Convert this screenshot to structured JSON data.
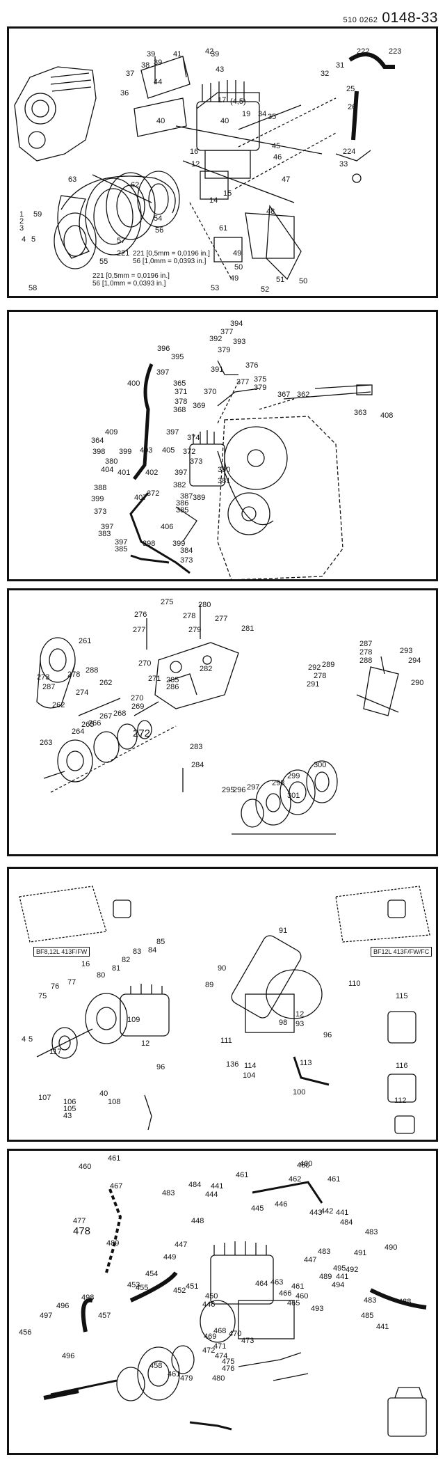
{
  "header": {
    "code_prefix": "510 0262",
    "code_main": "0148-33"
  },
  "panels": [
    {
      "labels": [
        "17",
        "(4,5)",
        "1",
        "2",
        "3",
        "4",
        "5",
        "12",
        "14",
        "15",
        "16",
        "19",
        "25",
        "26",
        "31",
        "32",
        "33",
        "34",
        "35",
        "36",
        "37",
        "38",
        "39",
        "39",
        "39",
        "40",
        "40",
        "41",
        "42",
        "43",
        "44",
        "45",
        "46",
        "47",
        "48",
        "49",
        "49",
        "50",
        "50",
        "51",
        "52",
        "53",
        "54",
        "55",
        "56",
        "57",
        "58",
        "59",
        "61",
        "62",
        "63",
        "221",
        "222",
        "223",
        "224"
      ],
      "notes": {
        "a": [
          "221 [0,5mm = 0,0196 in.]",
          "56 [1,0mm = 0,0393 in.]"
        ],
        "b": [
          "221 [0,5mm = 0,0196 in.]",
          "56 [1,0mm = 0,0393 in.]"
        ]
      }
    },
    {
      "labels": [
        "394",
        "377",
        "396",
        "392",
        "393",
        "395",
        "379",
        "397",
        "391",
        "376",
        "400",
        "365",
        "371",
        "370",
        "375",
        "377",
        "379",
        "378",
        "369",
        "368",
        "367",
        "362",
        "363",
        "408",
        "409",
        "397",
        "374",
        "364",
        "398",
        "399",
        "403",
        "405",
        "372",
        "373",
        "380",
        "404",
        "401",
        "402",
        "397",
        "390",
        "381",
        "382",
        "387",
        "386",
        "385",
        "389",
        "388",
        "399",
        "407",
        "372",
        "373",
        "397",
        "406",
        "383",
        "397",
        "398",
        "399",
        "384",
        "373",
        "385",
        "386"
      ]
    },
    {
      "labels": [
        "275",
        "280",
        "276",
        "278",
        "277",
        "277",
        "279",
        "281",
        "261",
        "282",
        "273",
        "288",
        "270",
        "278",
        "287",
        "262",
        "274",
        "271",
        "285",
        "286",
        "262",
        "270",
        "269",
        "267",
        "268",
        "266",
        "265",
        "264",
        "263",
        "272",
        "283",
        "284",
        "287",
        "278",
        "288",
        "293",
        "294",
        "292",
        "289",
        "278",
        "291",
        "290",
        "300",
        "299",
        "298",
        "297",
        "296",
        "295",
        "301"
      ]
    },
    {
      "tags": [
        "BF8,12L 413F/FW",
        "BF12L 413F/FW/FC"
      ],
      "labels": [
        "85",
        "84",
        "83",
        "82",
        "16",
        "81",
        "80",
        "77",
        "76",
        "75",
        "4",
        "5",
        "117",
        "109",
        "12",
        "96",
        "40",
        "108",
        "107",
        "106",
        "105",
        "43",
        "91",
        "90",
        "89",
        "110",
        "115",
        "12",
        "93",
        "98",
        "96",
        "111",
        "136",
        "114",
        "113",
        "104",
        "116",
        "100",
        "112"
      ]
    },
    {
      "labels": [
        "461",
        "460",
        "467",
        "460",
        "461",
        "462",
        "460",
        "461",
        "484",
        "441",
        "483",
        "444",
        "445",
        "446",
        "477",
        "478",
        "489",
        "448",
        "447",
        "449",
        "443",
        "442",
        "441",
        "484",
        "483",
        "490",
        "483",
        "447",
        "491",
        "495",
        "494",
        "489",
        "441",
        "492",
        "454",
        "452",
        "451",
        "450",
        "446",
        "464",
        "463",
        "461",
        "466",
        "460",
        "455",
        "453",
        "498",
        "496",
        "497",
        "456",
        "457",
        "468",
        "469",
        "470",
        "471",
        "473",
        "472",
        "474",
        "475",
        "476",
        "465",
        "493",
        "483",
        "485",
        "488",
        "441",
        "496",
        "458",
        "461",
        "479",
        "480"
      ]
    }
  ]
}
